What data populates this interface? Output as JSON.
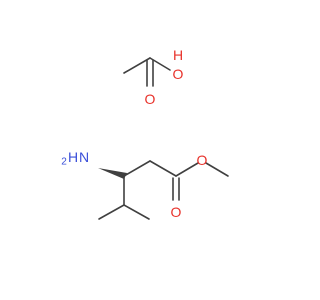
{
  "molecules": [
    {
      "atoms": [
        {
          "id": "o_oh",
          "label": "O"
        },
        {
          "id": "h_oh",
          "label": "H"
        },
        {
          "id": "o_co",
          "label": "O"
        }
      ]
    },
    {
      "atoms": [
        {
          "id": "n",
          "label": "N"
        },
        {
          "id": "h2",
          "label": "H"
        },
        {
          "id": "h2_sub",
          "label": "2"
        },
        {
          "id": "o_ester_single",
          "label": "O"
        },
        {
          "id": "o_ester_double",
          "label": "O"
        }
      ]
    }
  ],
  "colors": {
    "bond": "#404040",
    "oxygen": "#e8322b",
    "nitrogen": "#3a4fd9"
  }
}
